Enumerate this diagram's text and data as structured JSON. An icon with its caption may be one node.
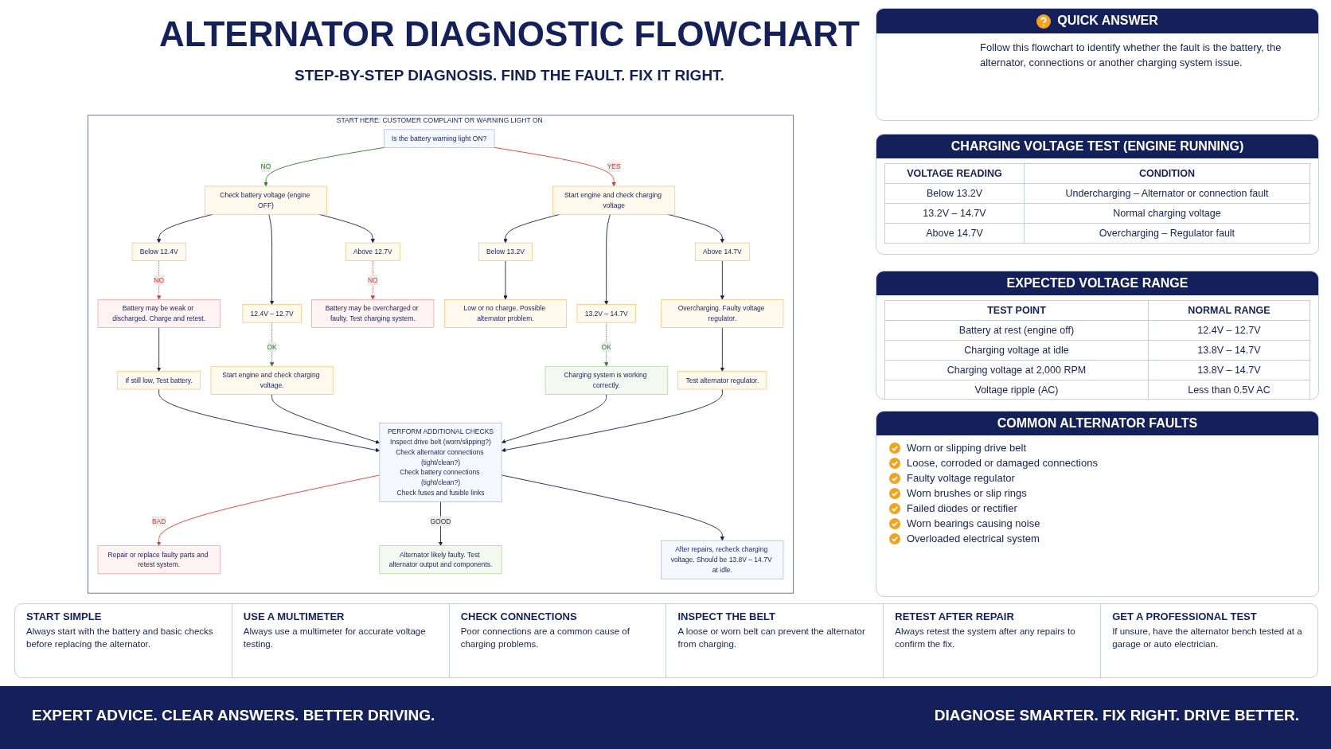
{
  "diagram": {
    "title": "ALTERNATOR DIAGNOSTIC FLOWCHART",
    "nodes": [
      {
        "text": [
          "START HERE: CUSTOMER COMPLAINT OR WARNING LIGHT ON"
        ]
      },
      {
        "text": [
          "Is the battery warning light ON?"
        ],
        "in": 0
      },
      {
        "text": [
          "Check battery voltage (engine OFF)"
        ],
        "in": 0
      },
      {
        "text": [
          "Start engine and check charging voltage"
        ],
        "in": 0
      },
      {
        "text": [
          "Below 12.4V"
        ],
        "in": 0
      },
      {
        "text": [
          "12.4V – 12.7V"
        ],
        "in": 0
      },
      {
        "text": [
          "Above 12.7V"
        ],
        "in": 0
      },
      {
        "text": [
          "Below 13.2V"
        ],
        "in": 0
      },
      {
        "text": [
          "13.2V – 14.7V"
        ],
        "in": 0
      },
      {
        "text": [
          "Above 14.7V"
        ],
        "in": 0
      },
      {
        "text": [
          "Battery may be weak or discharged. Charge and retest."
        ],
        "in": 0
      },
      {
        "text": [
          "Start engine and check charging voltage."
        ],
        "in": 0
      },
      {
        "text": [
          "Battery may be overcharged or faulty. Test charging system."
        ],
        "in": 0
      },
      {
        "text": [
          "Low or no charge. Possible alternator problem."
        ],
        "in": 0
      },
      {
        "text": [
          "Charging system is working correctly."
        ],
        "in": 0
      },
      {
        "text": [
          "Overcharging. Faulty voltage regulator."
        ],
        "in": 0
      },
      {
        "text": [
          "If still low, Test battery."
        ],
        "in": 0
      },
      {
        "text": [
          "Test alternator regulator."
        ],
        "in": 0
      },
      {
        "text": [
          "PERFORM ADDITIONAL CHECKS",
          "Inspect drive belt (worn/slipping?)",
          "Check alternator connections (tight/clean?)",
          "Check battery connections (tight/clean?)",
          "Check fuses and fusible links"
        ],
        "in": 0
      },
      {
        "text": [
          "Repair or replace faulty parts and retest system."
        ],
        "in": 0
      },
      {
        "text": [
          "Alternator likely faulty. Test alternator output and components."
        ],
        "in": 0
      },
      {
        "text": [
          "After repairs, recheck charging voltage. Should be 13.8V – 14.7V at idle."
        ],
        "in": 0
      }
    ],
    "edges": [
      {
        "from": 1,
        "to": 2,
        "arrow": "to",
        "label": "NO",
        "color": "#2e7d32"
      },
      {
        "from": 1,
        "to": 3,
        "arrow": "to",
        "label": "YES",
        "color": "#e53935"
      },
      {
        "from": 2,
        "to": 4,
        "arrow": "to"
      },
      {
        "from": 2,
        "to": 5,
        "arrow": "to"
      },
      {
        "from": 2,
        "to": 6,
        "arrow": "to"
      },
      {
        "from": 3,
        "to": 7,
        "arrow": "to"
      },
      {
        "from": 3,
        "to": 8,
        "arrow": "to"
      },
      {
        "from": 3,
        "to": 9,
        "arrow": "to"
      },
      {
        "from": 4,
        "to": 10,
        "arrow": "to",
        "label": "NO",
        "style": "dashed",
        "color": "#e53935"
      },
      {
        "from": 5,
        "to": 11,
        "arrow": "to",
        "label": "OK",
        "style": "dashed",
        "color": "#2e7d32"
      },
      {
        "from": 6,
        "to": 12,
        "arrow": "to",
        "label": "NO",
        "style": "dashed",
        "color": "#e53935"
      },
      {
        "from": 7,
        "to": 13,
        "arrow": "to"
      },
      {
        "from": 8,
        "to": 14,
        "arrow": "to",
        "label": "OK",
        "style": "dashed",
        "color": "#2e7d32"
      },
      {
        "from": 9,
        "to": 15,
        "arrow": "to"
      },
      {
        "from": 10,
        "to": 16,
        "arrow": "to"
      },
      {
        "from": 15,
        "to": 17,
        "arrow": "to"
      },
      {
        "from": 11,
        "to": 18,
        "arrow": "to"
      },
      {
        "from": 14,
        "to": 18,
        "arrow": "to"
      },
      {
        "from": 16,
        "to": 18,
        "arrow": "to"
      },
      {
        "from": 17,
        "to": 18,
        "arrow": "to"
      },
      {
        "from": 18,
        "to": 19,
        "arrow": "to",
        "label": "BAD",
        "color": "#e53935"
      },
      {
        "from": 18,
        "to": 20,
        "arrow": "to",
        "label": "GOOD"
      },
      {
        "from": 18,
        "to": 21,
        "arrow": "to"
      }
    ],
    "labels": [
      "STEP-BY-STEP DIAGNOSIS. FIND THE FAULT. FIX IT RIGHT.",
      "QUICK ANSWER",
      "Follow this flowchart to identify whether the fault is the battery, the alternator, connections or another charging system issue.",
      "CHARGING VOLTAGE TEST (ENGINE RUNNING)",
      "VOLTAGE READING",
      "CONDITION",
      "Below 13.2V",
      "Undercharging – Alternator or connection fault",
      "13.2V – 14.7V",
      "Normal charging voltage",
      "Above 14.7V",
      "Overcharging – Regulator fault",
      "EXPECTED VOLTAGE RANGE",
      "TEST POINT",
      "NORMAL RANGE",
      "Battery at rest (engine off)",
      "12.4V – 12.7V",
      "Charging voltage at idle",
      "13.8V – 14.7V",
      "Charging voltage at 2,000 RPM",
      "13.8V – 14.7V",
      "Voltage ripple (AC)",
      "Less than 0.5V AC",
      "COMMON ALTERNATOR FAULTS",
      "Worn or slipping drive belt",
      "Loose, corroded or damaged connections",
      "Faulty voltage regulator",
      "Worn brushes or slip rings",
      "Failed diodes or rectifier",
      "Worn bearings causing noise",
      "Overloaded electrical system",
      "START SIMPLE",
      "Always start with the battery and basic checks before replacing the alternator.",
      "USE A MULTIMETER",
      "Always use a multimeter for accurate voltage testing.",
      "CHECK CONNECTIONS",
      "Poor connections are a common cause of charging problems.",
      "INSPECT THE BELT",
      "A loose or worn belt can prevent the alternator from charging.",
      "RETEST AFTER REPAIR",
      "Always retest the system after any repairs to confirm the fix.",
      "GET A PROFESSIONAL TEST",
      "If unsure, have the alternator bench tested at a garage or auto electrician.",
      "EXPERT ADVICE. CLEAR ANSWERS. BETTER DRIVING.",
      "DIAGNOSE SMARTER. FIX RIGHT. DRIVE BETTER."
    ]
  }
}
